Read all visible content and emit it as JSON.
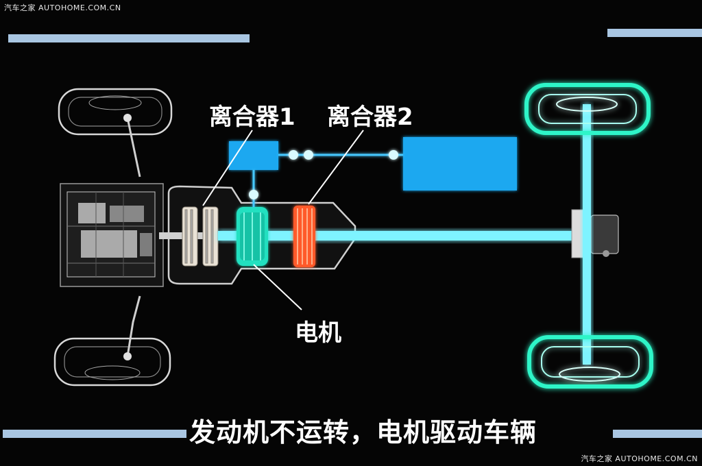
{
  "watermark": {
    "top": "汽车之家 AUTOHOME.COM.CN",
    "bottom": "汽车之家 AUTOHOME.COM.CN"
  },
  "labels": {
    "clutch1": "离合器1",
    "clutch2": "离合器2",
    "motor": "电机"
  },
  "caption": "发动机不运转，电机驱动车辆",
  "colors": {
    "background": "#050505",
    "bar": "#a9c6e2",
    "battery": "#1aa8f0",
    "motor": "#21e0c0",
    "clutch2": "#ff5a2a",
    "shaft": "#7ef3ff",
    "axle_glow": "#2ef5c8"
  }
}
